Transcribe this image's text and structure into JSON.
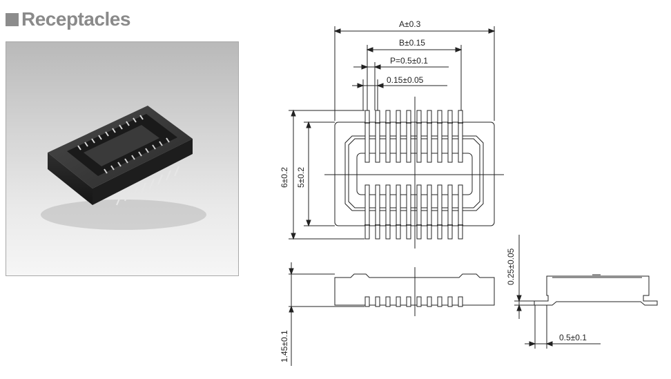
{
  "heading": {
    "square_icon": "filled-square",
    "title": "Receptacles"
  },
  "photo": {
    "subject": "receptacle-connector-photo"
  },
  "dimensions": {
    "A": "A±0.3",
    "B": "B±0.15",
    "P": "P=0.5±0.1",
    "pin_width": "0.15±0.05",
    "height_outer": "6±0.2",
    "height_inner": "5±0.2",
    "thickness": "1.45±0.1",
    "side_offset": "0.25±0.05",
    "lead_length": "0.5±0.1"
  },
  "colors": {
    "line": "#222222",
    "heading": "#8a8a8a"
  }
}
